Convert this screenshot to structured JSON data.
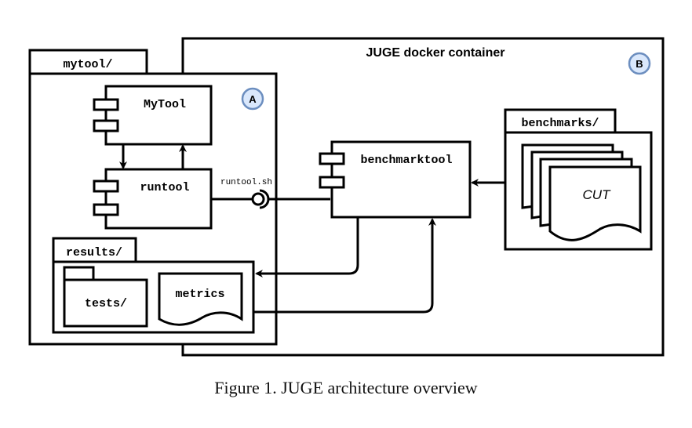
{
  "diagram": {
    "container": {
      "title": "JUGE docker container",
      "badge": "B"
    },
    "mytool_folder": {
      "tab_label": "mytool/",
      "badge": "A",
      "components": {
        "mytool": "MyTool",
        "runtool": "runtool"
      },
      "interface_label": "runtool.sh",
      "results_folder": {
        "tab_label": "results/",
        "tests_folder": "tests/",
        "metrics_doc": "metrics"
      }
    },
    "benchmarktool": "benchmarktool",
    "benchmarks_folder": {
      "tab_label": "benchmarks/",
      "doc_label": "CUT"
    },
    "badge_color": "#dae8fc",
    "badge_border": "#6c8ebf"
  },
  "caption": "Figure 1. JUGE architecture overview"
}
